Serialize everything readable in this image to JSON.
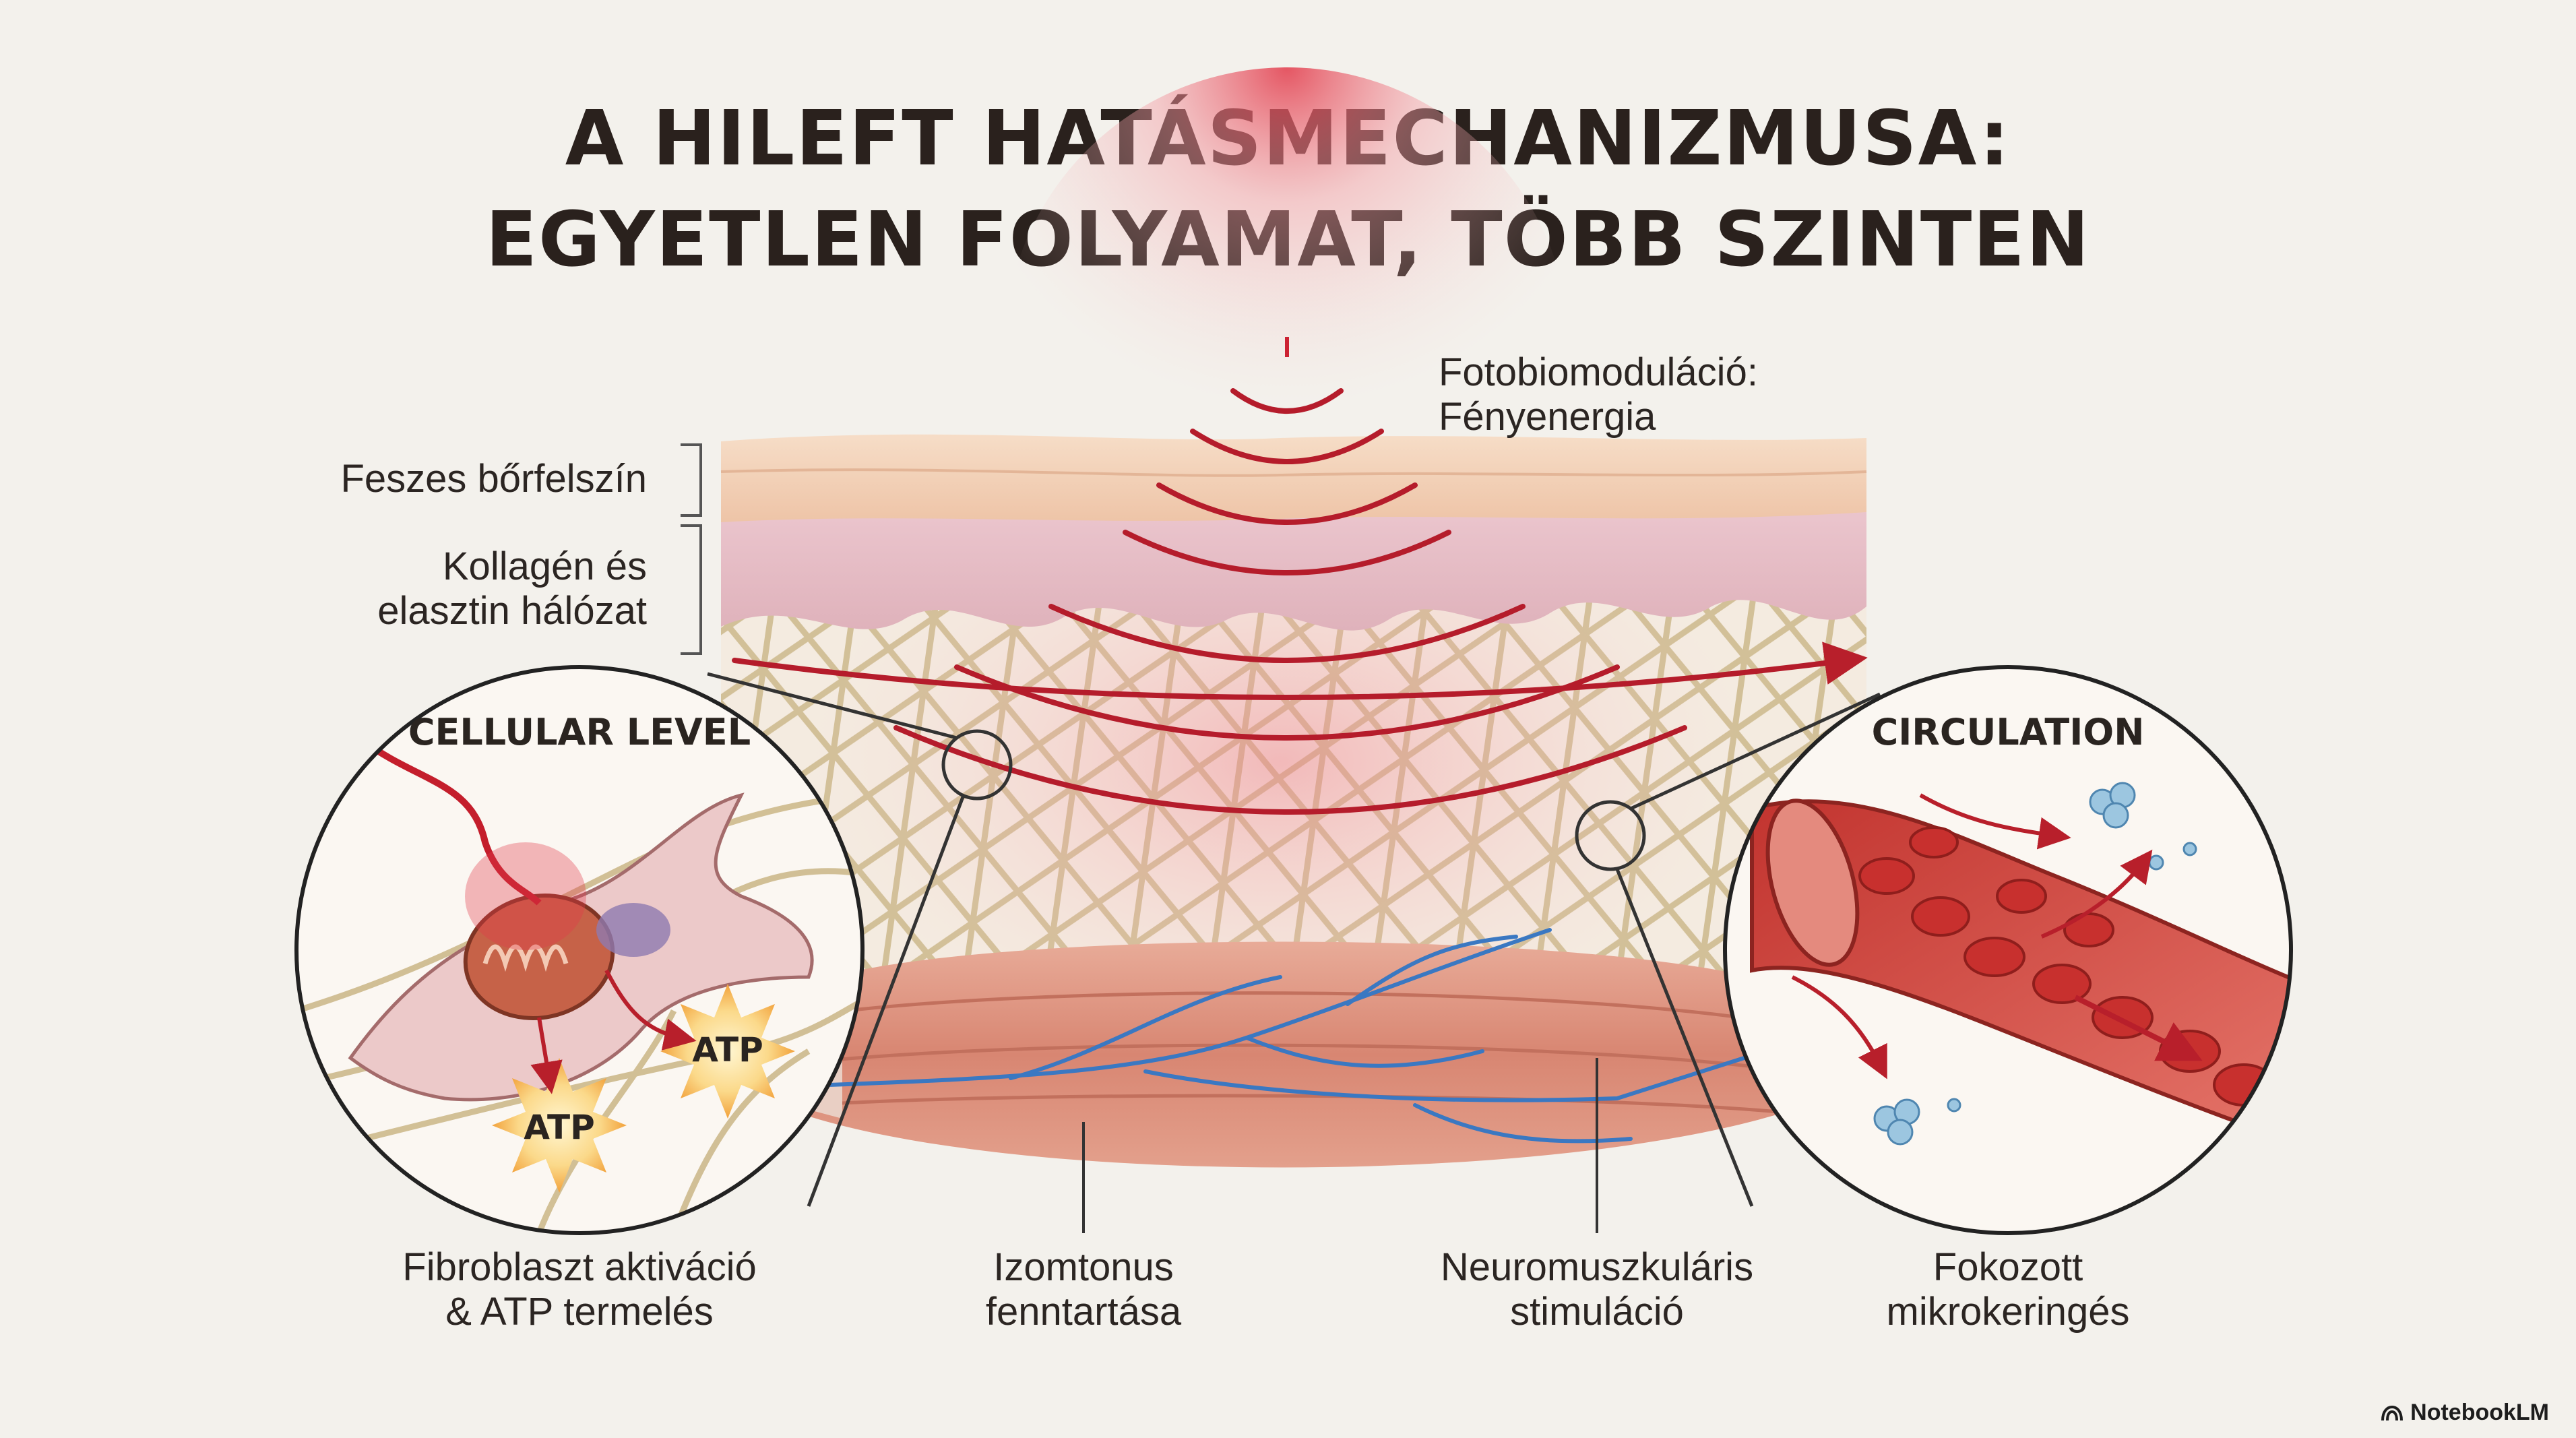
{
  "title": {
    "line1": "A HILEFT HATÁSMECHANIZMUSA:",
    "line2": "EGYETLEN FOLYAMAT, TÖBB SZINTEN"
  },
  "labels": {
    "light_line1": "Fotobiomoduláció:",
    "light_line2": "Fényenergia",
    "surface": "Feszes bőrfelszín",
    "collagen_line1": "Kollagén és",
    "collagen_line2": "elasztin hálózat",
    "fibroblast_line1": "Fibroblaszt aktiváció",
    "fibroblast_line2": "& ATP termelés",
    "muscle_line1": "Izomtonus",
    "muscle_line2": "fenntartása",
    "neuro_line1": "Neuromuszkuláris",
    "neuro_line2": "stimuláció",
    "micro_line1": "Fokozott",
    "micro_line2": "mikrokeringés"
  },
  "circles": {
    "cellular_title": "CELLULAR LEVEL",
    "circulation_title": "CIRCULATION",
    "atp_1": "ATP",
    "atp_2": "ATP"
  },
  "brand": "NotebookLM",
  "colors": {
    "background": "#f3f1ec",
    "skin_top": "#f3d2b8",
    "dermis": "#e9c2c6",
    "fiber": "#c9b48a",
    "light_red": "#c41e2c",
    "muscle": "#d98d7c",
    "nerve": "#3a78c2",
    "blood_cell": "#c8302e",
    "atp_burst": "#f8d27a"
  },
  "icons": {
    "light_waves": "light-waves-icon",
    "arrow": "arrow-icon",
    "brand_mark": "notebooklm-icon"
  }
}
